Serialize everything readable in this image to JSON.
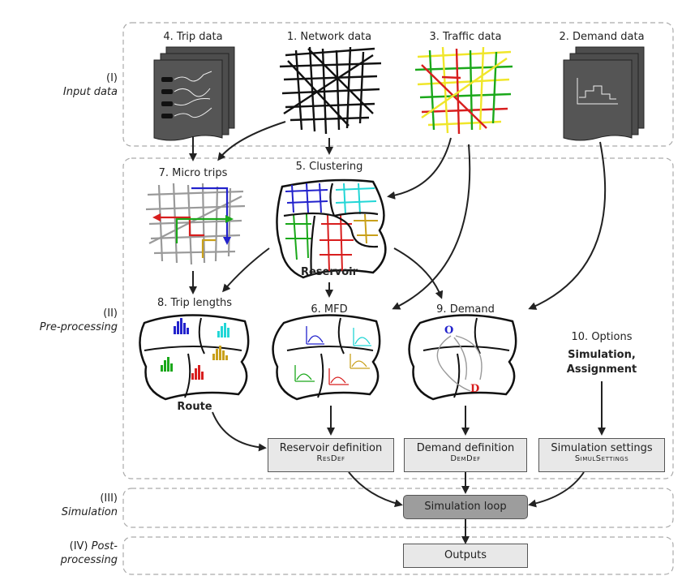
{
  "phases": {
    "input": {
      "num": "(I)",
      "label": "Input data"
    },
    "pre": {
      "num": "(II)",
      "label": "Pre-processing"
    },
    "sim": {
      "num": "(III)",
      "label": "Simulation"
    },
    "post": {
      "num": "(IV)",
      "label": "Post-",
      "label2": "processing"
    }
  },
  "inputs": {
    "trip": "4. Trip data",
    "network": "1. Network data",
    "traffic": "3. Traffic data",
    "demand": "2. Demand data"
  },
  "steps": {
    "micro": "7. Micro trips",
    "clustering": "5. Clustering",
    "reservoir": "Reservoir",
    "triplengths": "8. Trip lengths",
    "route": "Route",
    "mfd": "6. MFD",
    "demand": "9. Demand",
    "origin": "O",
    "destination": "D",
    "options": "10. Options",
    "opt_sim": "Simulation",
    "opt_sep": ",",
    "opt_assign": "Assignment"
  },
  "boxes": {
    "resdef": {
      "title": "Reservoir definition",
      "sub": "ResDef"
    },
    "demdef": {
      "title": "Demand definition",
      "sub": "DemDef"
    },
    "simset": {
      "title": "Simulation settings",
      "sub": "SimulSettings"
    },
    "simloop": "Simulation loop",
    "outputs": "Outputs"
  },
  "colors": {
    "red": "#d81e1e",
    "green": "#1aa81a",
    "blue": "#2222cc",
    "cyan": "#22d6d6",
    "gold": "#c9a01a",
    "yellow": "#f0e62a",
    "gray": "#9a9a9a",
    "dark": "#222222",
    "box": "#e8e8e8",
    "loop": "#9d9d9d",
    "doc": "#4d4d4d"
  }
}
